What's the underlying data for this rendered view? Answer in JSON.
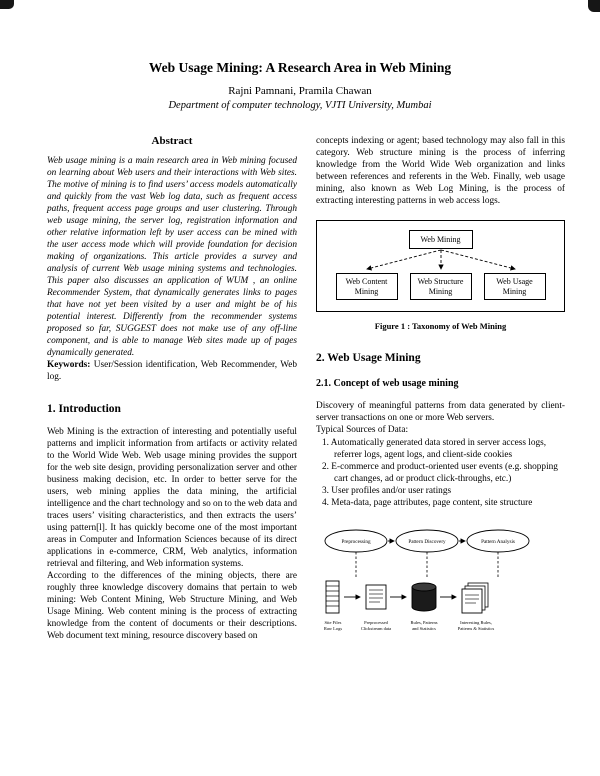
{
  "paper": {
    "title": "Web Usage Mining: A Research Area in Web Mining",
    "authors": "Rajni Pamnani, Pramila Chawan",
    "affiliation": "Department of computer technology, VJTI University, Mumbai",
    "abstract": {
      "heading": "Abstract",
      "body": "Web usage mining is a main research area in Web mining focused on learning about Web users and their interactions with Web sites. The motive of mining is to find users’ access models automatically and quickly from the vast Web log data, such as frequent access paths, frequent access page groups and user clustering. Through web usage mining, the server log, registration information and other relative information left by user access can be mined with the user access mode which will provide foundation for decision making of organizations. This article provides a survey and analysis of current Web usage mining systems and technologies. This paper also discusses an application of WUM , an online Recommender System, that dynamically generates links to pages that have not yet been visited by a user and might be of his potential interest. Differently from the recommender systems proposed so far, SUGGEST does not make use of any off-line component, and is able to manage Web sites made up of pages dynamically generated."
    },
    "keywords": {
      "label": "Keywords:",
      "body": " User/Session identification, Web Recommender, Web log."
    },
    "introduction": {
      "heading": "1. Introduction",
      "para1": "Web Mining is the extraction of interesting and potentially useful patterns and implicit information from artifacts or activity related to the World Wide Web. Web usage mining provides the support for the web site design, providing personalization server and other business making decision, etc. In order to better serve for the users, web mining applies the data mining, the artificial intelligence and the chart technology and so on to the web data and traces users’ visiting characteristics, and then extracts the users’ using pattern[l]. It has quickly become one of the most important areas in Computer and Information Sciences because of its direct applications in e-commerce, CRM, Web analytics, information retrieval and filtering, and Web information systems.",
      "para2": "According to the differences of the mining objects, there are roughly three knowledge discovery domains that pertain to web mining: Web Content Mining, Web Structure Mining, and Web Usage Mining. Web content mining is the process of extracting knowledge from the content of documents or their descriptions. Web document text mining, resource discovery based on"
    },
    "column2": {
      "para": "concepts indexing or agent; based technology may also fall in this category. Web structure mining is the process of inferring knowledge from the World Wide Web organization and links between references and referents in the Web. Finally, web usage mining, also known as Web Log Mining, is the process of extracting interesting patterns in web access logs."
    },
    "figure1": {
      "root": "Web Mining",
      "children": [
        "Web Content Mining",
        "Web Structure Mining",
        "Web Usage Mining"
      ],
      "caption": "Figure 1 : Taxonomy of Web Mining"
    },
    "section2": {
      "heading": "2. Web Usage Mining",
      "subheading": "2.1. Concept of  web usage mining",
      "para": "Discovery of meaningful patterns from data generated by client-server transactions on one or more Web servers.",
      "sources_label": "Typical Sources of Data:",
      "sources": [
        "1. Automatically generated data stored in server access logs, referrer logs, agent logs, and client-side cookies",
        "2. E-commerce and product-oriented user events (e.g. shopping cart changes, ad or product click-throughs, etc.)",
        "3. User profiles and/or user ratings",
        "4. Meta-data, page attributes, page content, site structure"
      ]
    },
    "figure2": {
      "stages": [
        "Preprocessing",
        "Pattern Discovery",
        "Pattern Analysis"
      ],
      "artifacts": [
        {
          "line1": "Site Files",
          "line2": "Raw Logs"
        },
        {
          "line1": "Preprocessed",
          "line2": "Clickstream data"
        },
        {
          "line1": "Rules, Patterns",
          "line2": "and Statistics"
        },
        {
          "line1": "Interesting Rules,",
          "line2": "Patterns & Statistics"
        }
      ]
    }
  }
}
